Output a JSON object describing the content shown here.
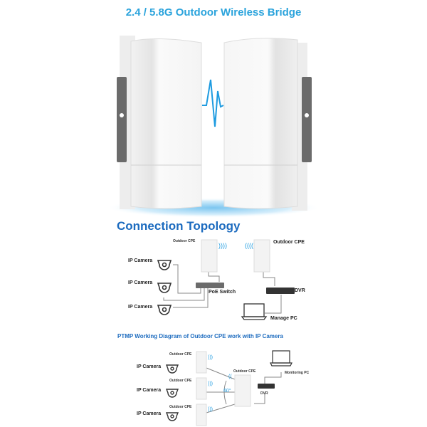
{
  "header": {
    "title": "2.4 / 5.8G Outdoor Wireless Bridge"
  },
  "topology": {
    "title": "Connection Topology",
    "left": {
      "cpe_label": "Outdoor CPE",
      "cameras": [
        "IP Camera",
        "IP Camera",
        "IP Camera"
      ],
      "switch_label": "PoE Switch"
    },
    "right": {
      "cpe_label": "Outdoor CPE",
      "dvr_label": "DVR",
      "pc_label": "Manage PC"
    }
  },
  "ptmp": {
    "title": "PTMP Working Diagram of Outdoor CPE work with IP Camera",
    "cameras": [
      "IP Camera",
      "IP Camera",
      "IP Camera"
    ],
    "cpe_labels": [
      "Outdoor CPE",
      "Outdoor CPE",
      "Outdoor CPE"
    ],
    "center_cpe_label": "Outdoor CPE",
    "angle_label": "60°",
    "dvr_label": "DVR",
    "pc_label": "Monitoring PC"
  },
  "colors": {
    "title": "#2aa3dc",
    "section": "#1c6bbf",
    "signal": "#1e9be0"
  }
}
